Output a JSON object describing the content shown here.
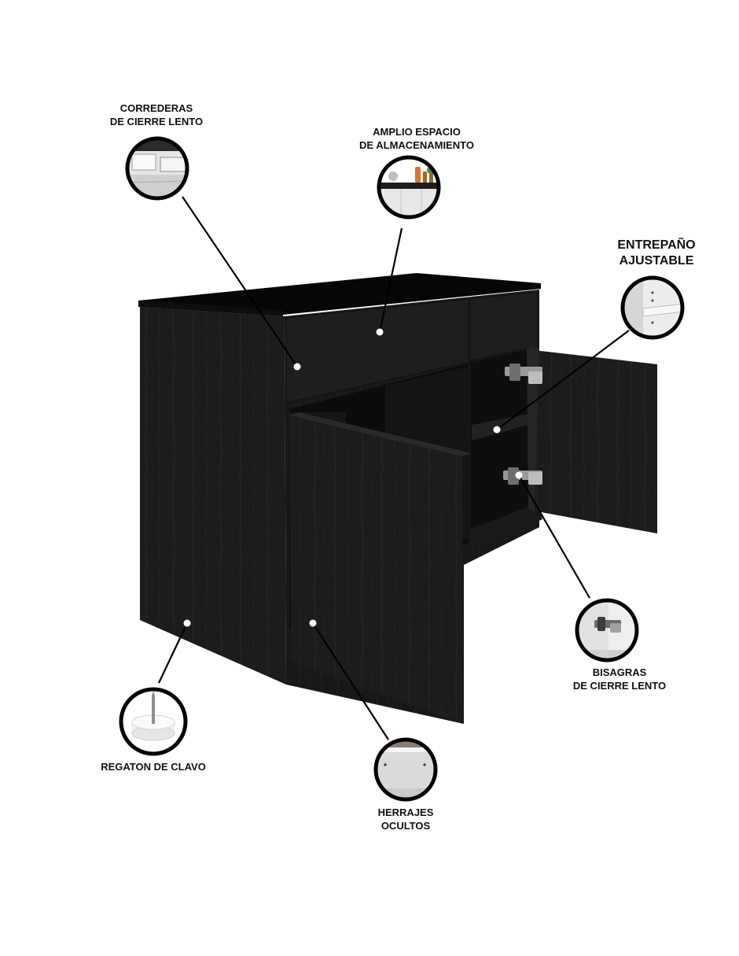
{
  "colors": {
    "cabinet": "#1b1b1b",
    "cabinet_dark": "#101010",
    "top": "#070707",
    "line": "#000000",
    "callout_ring": "#000000",
    "label": "#111111"
  },
  "callouts": [
    {
      "id": "correderas",
      "lines": [
        "CORREDERAS",
        "DE CIERRE LENTO"
      ],
      "icon": "slow-close-slides-icon"
    },
    {
      "id": "almacenamiento",
      "lines": [
        "AMPLIO ESPACIO",
        "DE ALMACENAMIENTO"
      ],
      "icon": "storage-space-icon"
    },
    {
      "id": "entrepano",
      "lines": [
        "ENTREPAÑO",
        "AJUSTABLE"
      ],
      "icon": "adjustable-shelf-icon"
    },
    {
      "id": "bisagras",
      "lines": [
        "BISAGRAS",
        "DE CIERRE LENTO"
      ],
      "icon": "slow-close-hinge-icon"
    },
    {
      "id": "herrajes",
      "lines": [
        "HERRAJES",
        "OCULTOS"
      ],
      "icon": "hidden-hardware-icon"
    },
    {
      "id": "regaton",
      "lines": [
        "REGATON DE CLAVO"
      ],
      "icon": "nail-glide-foot-icon"
    }
  ]
}
